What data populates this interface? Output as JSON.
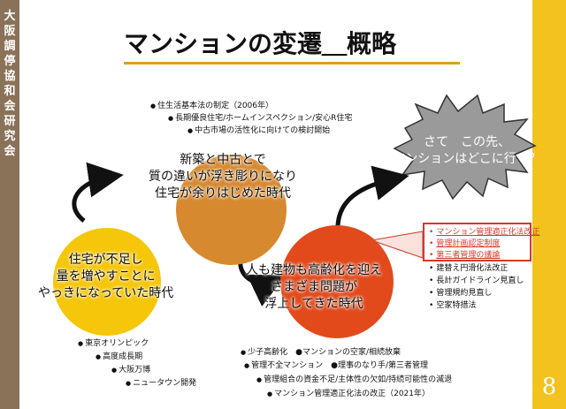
{
  "sidebar": {
    "org": "大阪調停協和会研究会"
  },
  "title": "マンションの変遷＿概略",
  "page_number": "8",
  "top_bullets": [
    "住生活基本法の制定（2006年）",
    "長期優良住宅/ホームインスペクション/安心R住宅",
    "中古市場の活性化に向けての検討開始"
  ],
  "circles": {
    "left": [
      "住宅が不足し",
      "量を増やすことに",
      "やっきになっていた時代"
    ],
    "middle": [
      "新築と中古とで",
      "質の違いが浮き彫りになり",
      "住宅が余りはじめた時代"
    ],
    "right": [
      "人も建物も高齢化を迎え",
      "さまざま問題が",
      "浮上してきた時代"
    ]
  },
  "bubble": [
    "さて　この先、",
    "マンションはどこに行く？"
  ],
  "left_bullets": [
    "東京オリンピック",
    "高度成長期",
    "大阪万博",
    "ニュータウン開発"
  ],
  "bottom_bullets": [
    "少子高齢化　●マンションの空家/相続放棄",
    "管理不全マンション　●理事のなり手/第三者管理",
    "管理組合の資金不足/主体性の欠如/持続可能性の減退",
    "マンション管理適正化法の改正（2021年）"
  ],
  "future_list": {
    "highlighted": [
      "マンション管理適正化法改正",
      "管理計画認定制度",
      "第三者管理の議論"
    ],
    "items": [
      "建替え円滑化法改正",
      "長計ガイドライン見直し",
      "管理規約見直し",
      "空家特措法"
    ]
  },
  "colors": {
    "sidebar": "#8a7259",
    "right_bar": "#f4c21e",
    "circle_yellow": "#f5c60a",
    "circle_brown": "#d7892f",
    "circle_red": "#e24a1c",
    "highlight_red": "#d23b2a",
    "bubble_gray": "#9a9a9a"
  },
  "icons": [
    "curved-arrow-icon",
    "explosion-bubble-icon"
  ]
}
